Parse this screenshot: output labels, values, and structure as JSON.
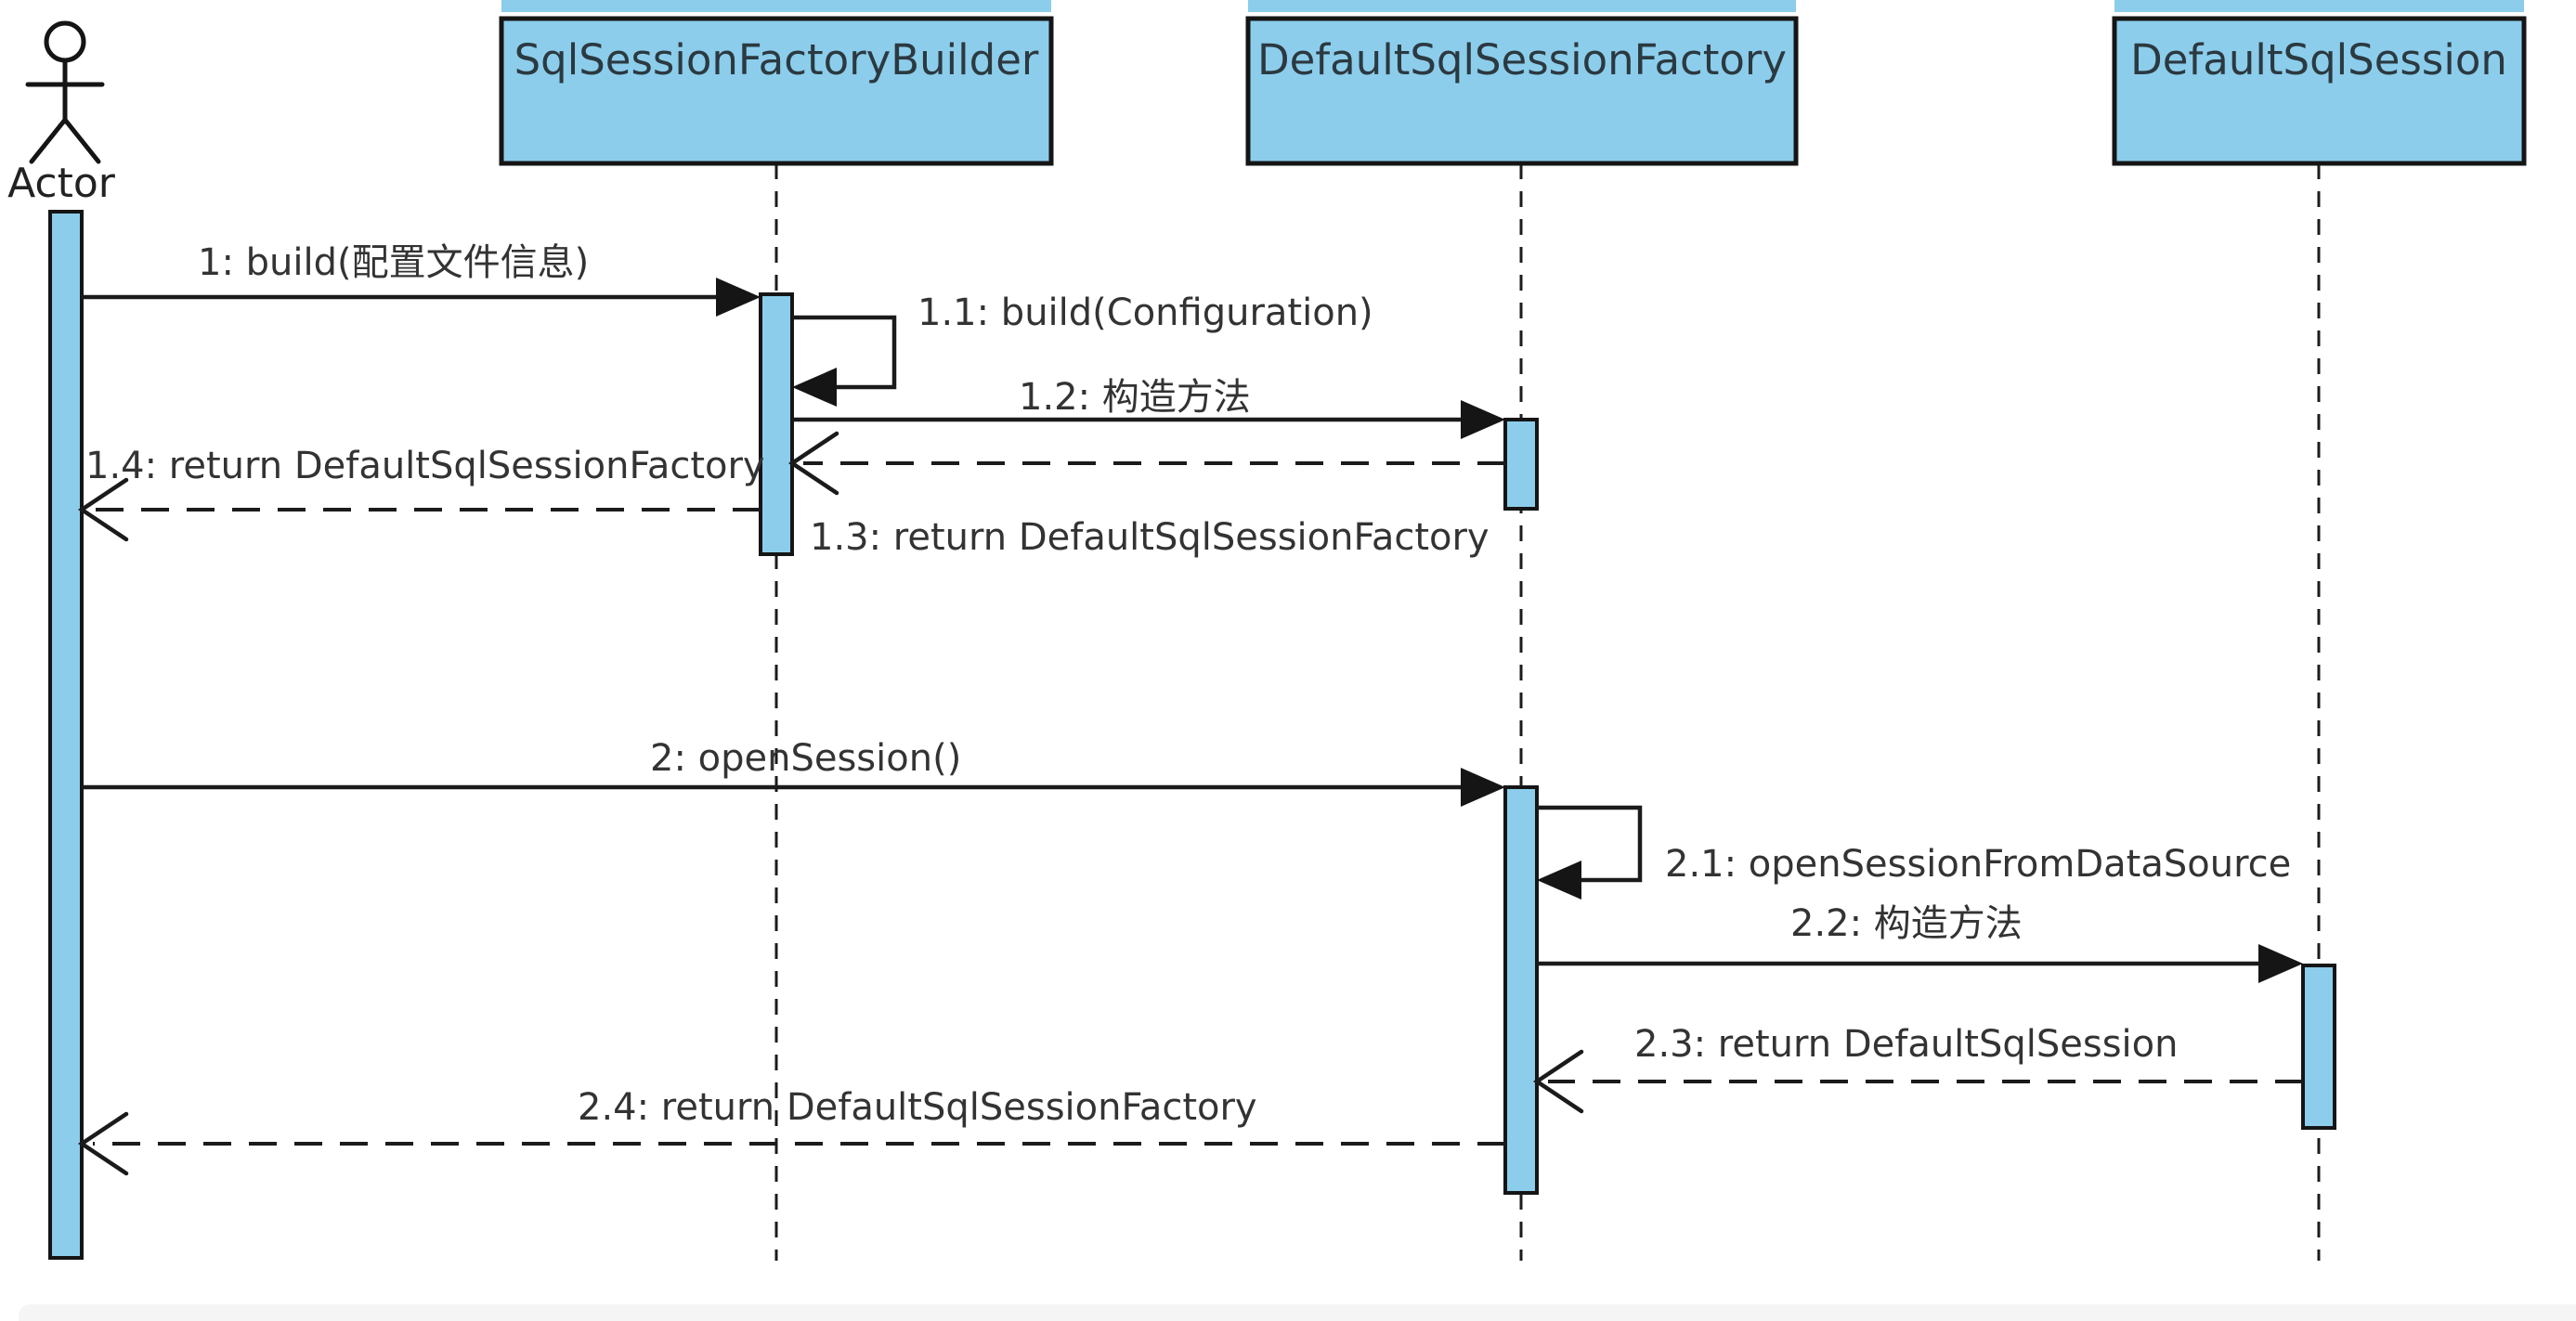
{
  "colors": {
    "node_fill": "#8CCDEB",
    "line": "#1b1b1b",
    "text": "#333333",
    "background": "#ffffff",
    "bottom_strip": "#f5f5f5"
  },
  "actor": {
    "label": "Actor"
  },
  "participants": [
    {
      "label": "SqlSessionFactoryBuilder"
    },
    {
      "label": "DefaultSqlSessionFactory"
    },
    {
      "label": "DefaultSqlSession"
    }
  ],
  "messages": [
    {
      "num": "1",
      "label": "1: build(配置文件信息)",
      "kind": "call",
      "from": "Actor",
      "to": "SqlSessionFactoryBuilder"
    },
    {
      "num": "1.1",
      "label": "1.1: build(Configuration)",
      "kind": "self",
      "from": "SqlSessionFactoryBuilder",
      "to": "SqlSessionFactoryBuilder"
    },
    {
      "num": "1.2",
      "label": "1.2: 构造方法",
      "kind": "call",
      "from": "SqlSessionFactoryBuilder",
      "to": "DefaultSqlSessionFactory"
    },
    {
      "num": "1.3",
      "label": "1.3: return DefaultSqlSessionFactory",
      "kind": "return",
      "from": "DefaultSqlSessionFactory",
      "to": "SqlSessionFactoryBuilder"
    },
    {
      "num": "1.4",
      "label": "1.4: return DefaultSqlSessionFactory",
      "kind": "return",
      "from": "SqlSessionFactoryBuilder",
      "to": "Actor"
    },
    {
      "num": "2",
      "label": "2: openSession()",
      "kind": "call",
      "from": "Actor",
      "to": "DefaultSqlSessionFactory"
    },
    {
      "num": "2.1",
      "label": "2.1: openSessionFromDataSource",
      "kind": "self",
      "from": "DefaultSqlSessionFactory",
      "to": "DefaultSqlSessionFactory"
    },
    {
      "num": "2.2",
      "label": "2.2: 构造方法",
      "kind": "call",
      "from": "DefaultSqlSessionFactory",
      "to": "DefaultSqlSession"
    },
    {
      "num": "2.3",
      "label": "2.3: return DefaultSqlSession",
      "kind": "return",
      "from": "DefaultSqlSession",
      "to": "DefaultSqlSessionFactory"
    },
    {
      "num": "2.4",
      "label": "2.4: return DefaultSqlSessionFactory",
      "kind": "return",
      "from": "DefaultSqlSessionFactory",
      "to": "Actor"
    }
  ]
}
